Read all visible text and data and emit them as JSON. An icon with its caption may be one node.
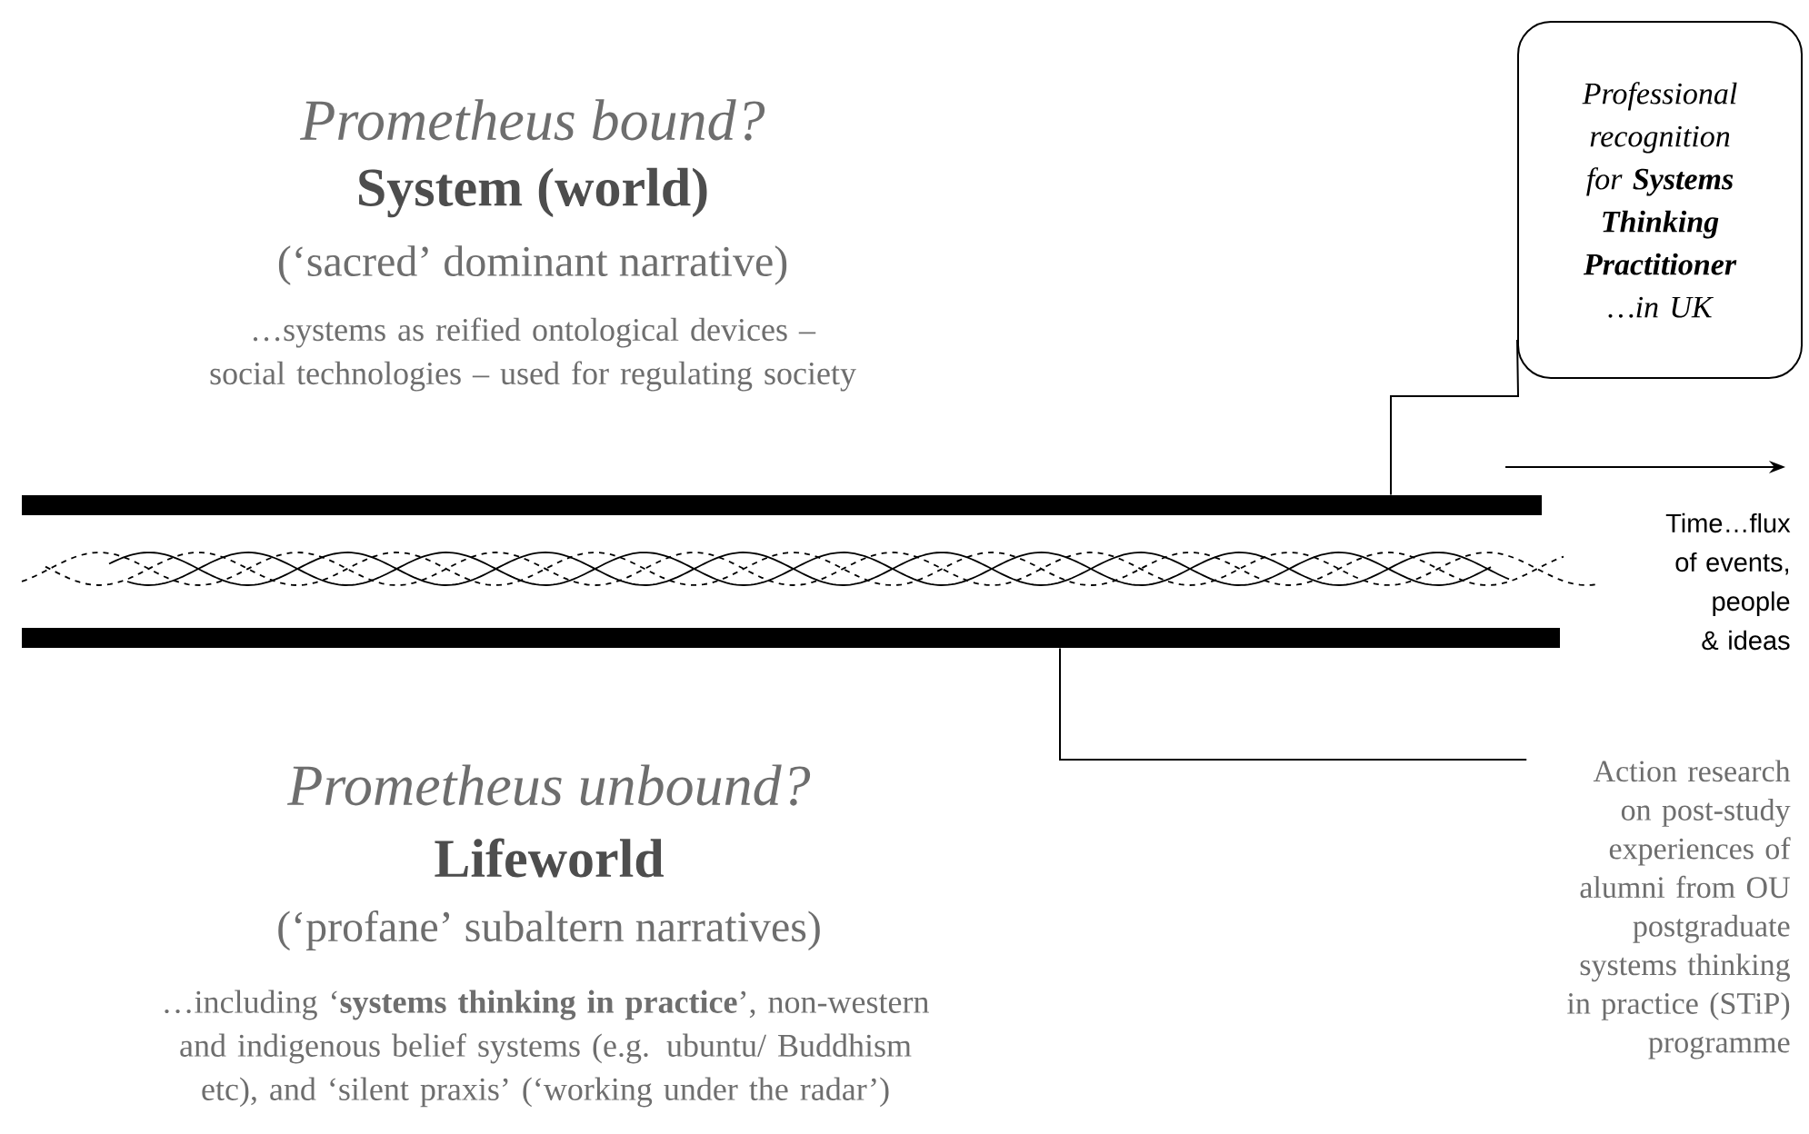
{
  "diagram": {
    "nodes": [
      {
        "text": [],
        "shape": "bar"
      },
      {
        "text": [],
        "shape": "bar"
      },
      {
        "text": [
          "Professional recognition for **Systems Thinking Practitioner** …in UK"
        ]
      },
      {
        "text": [
          "Action research on post-study experiences of alumni from OU postgraduate systems thinking in practice (STiP) programme"
        ]
      }
    ],
    "edges": [
      {
        "from": 2,
        "to": 0,
        "arrow": "none"
      },
      {
        "from": 1,
        "to": 3,
        "arrow": "none"
      }
    ],
    "labels": [
      "Prometheus bound?",
      "System (world)",
      "(‘sacred’ dominant narrative)",
      "…systems as reified ontological devices – social technologies – used for regulating society",
      "Time…flux of events, people & ideas",
      "Prometheus unbound?",
      "Lifeworld",
      "(‘profane’ subaltern narratives)",
      "…including ‘**systems thinking in practice**’, non-western and indigenous belief systems (e.g. ubuntu/ Buddhism etc),  and ‘silent praxis’ (‘working under the radar’)"
    ]
  }
}
